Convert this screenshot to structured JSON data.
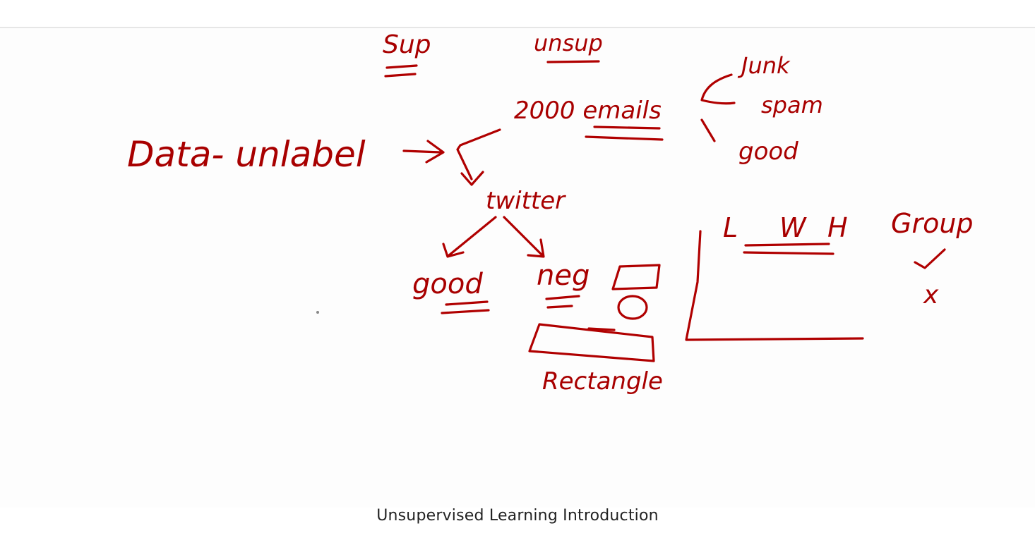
{
  "caption": "Unsupervised Learning Introduction",
  "whiteboard": {
    "sup": "Sup",
    "unsup": "unsup",
    "data_unlabel": "Data- unlabel",
    "emails": "2000 emails",
    "junk": "Junk",
    "spam": "spam",
    "good_top": "good",
    "twitter": "twitter",
    "good_left": "good",
    "neg": "neg",
    "rectangle": "Rectangle",
    "l": "L",
    "w": "W",
    "h": "H",
    "group": "Group",
    "cross": "x"
  },
  "ink_color": "#b00000"
}
